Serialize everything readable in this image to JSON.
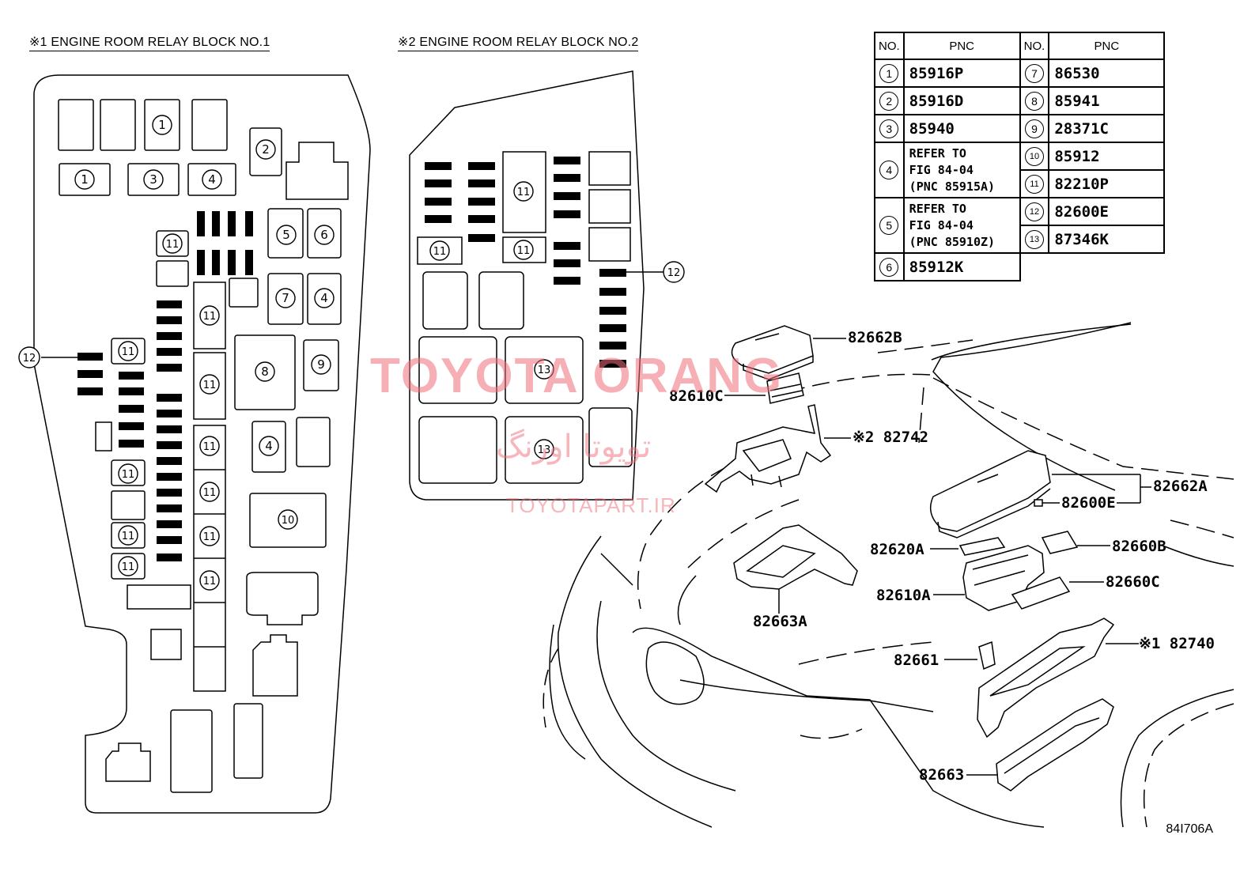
{
  "titles": {
    "block1": "※1 ENGINE ROOM RELAY BLOCK NO.1",
    "block2": "※2 ENGINE ROOM RELAY BLOCK NO.2"
  },
  "table": {
    "headers": [
      "NO.",
      "PNC",
      "NO.",
      "PNC"
    ],
    "left_rows": [
      {
        "no": "1",
        "pnc": "85916P"
      },
      {
        "no": "2",
        "pnc": "85916D"
      },
      {
        "no": "3",
        "pnc": "85940"
      },
      {
        "no": "4",
        "pnc_lines": [
          "REFER TO",
          "FIG 84-04",
          "(PNC 85915A)"
        ]
      },
      {
        "no": "5",
        "pnc_lines": [
          "REFER TO",
          "FIG 84-04",
          "(PNC 85910Z)"
        ]
      },
      {
        "no": "6",
        "pnc": "85912K"
      }
    ],
    "right_rows": [
      {
        "no": "7",
        "pnc": "86530"
      },
      {
        "no": "8",
        "pnc": "85941"
      },
      {
        "no": "9",
        "pnc": "28371C"
      },
      {
        "no": "10",
        "pnc": "85912"
      },
      {
        "no": "11",
        "pnc": "82210P"
      },
      {
        "no": "12",
        "pnc": "82600E"
      },
      {
        "no": "13",
        "pnc": "87346K"
      }
    ]
  },
  "callouts": {
    "b1": {
      "c1": "1",
      "c2": "2",
      "c3": "3",
      "c4": "4",
      "c5": "5",
      "c6": "6",
      "c7": "7",
      "c8": "8",
      "c9": "9",
      "c10": "10",
      "c11": "11",
      "c12": "12"
    },
    "b2": {
      "c11": "11",
      "c12": "12",
      "c13": "13"
    }
  },
  "part_labels": {
    "p82662B": "82662B",
    "p82610C": "82610C",
    "p82742": "※2 82742",
    "p82662A": "82662A",
    "p82600E": "82600E",
    "p82620A": "82620A",
    "p82660B": "82660B",
    "p82610A": "82610A",
    "p82660C": "82660C",
    "p82663A": "82663A",
    "p82740": "※1 82740",
    "p82661": "82661",
    "p82663": "82663"
  },
  "watermarks": {
    "brand": "TOYOTA ORANG",
    "persian": "تویوتا اورنگ",
    "site": "TOYOTAPART.IR"
  },
  "figure_code": "84I706A"
}
